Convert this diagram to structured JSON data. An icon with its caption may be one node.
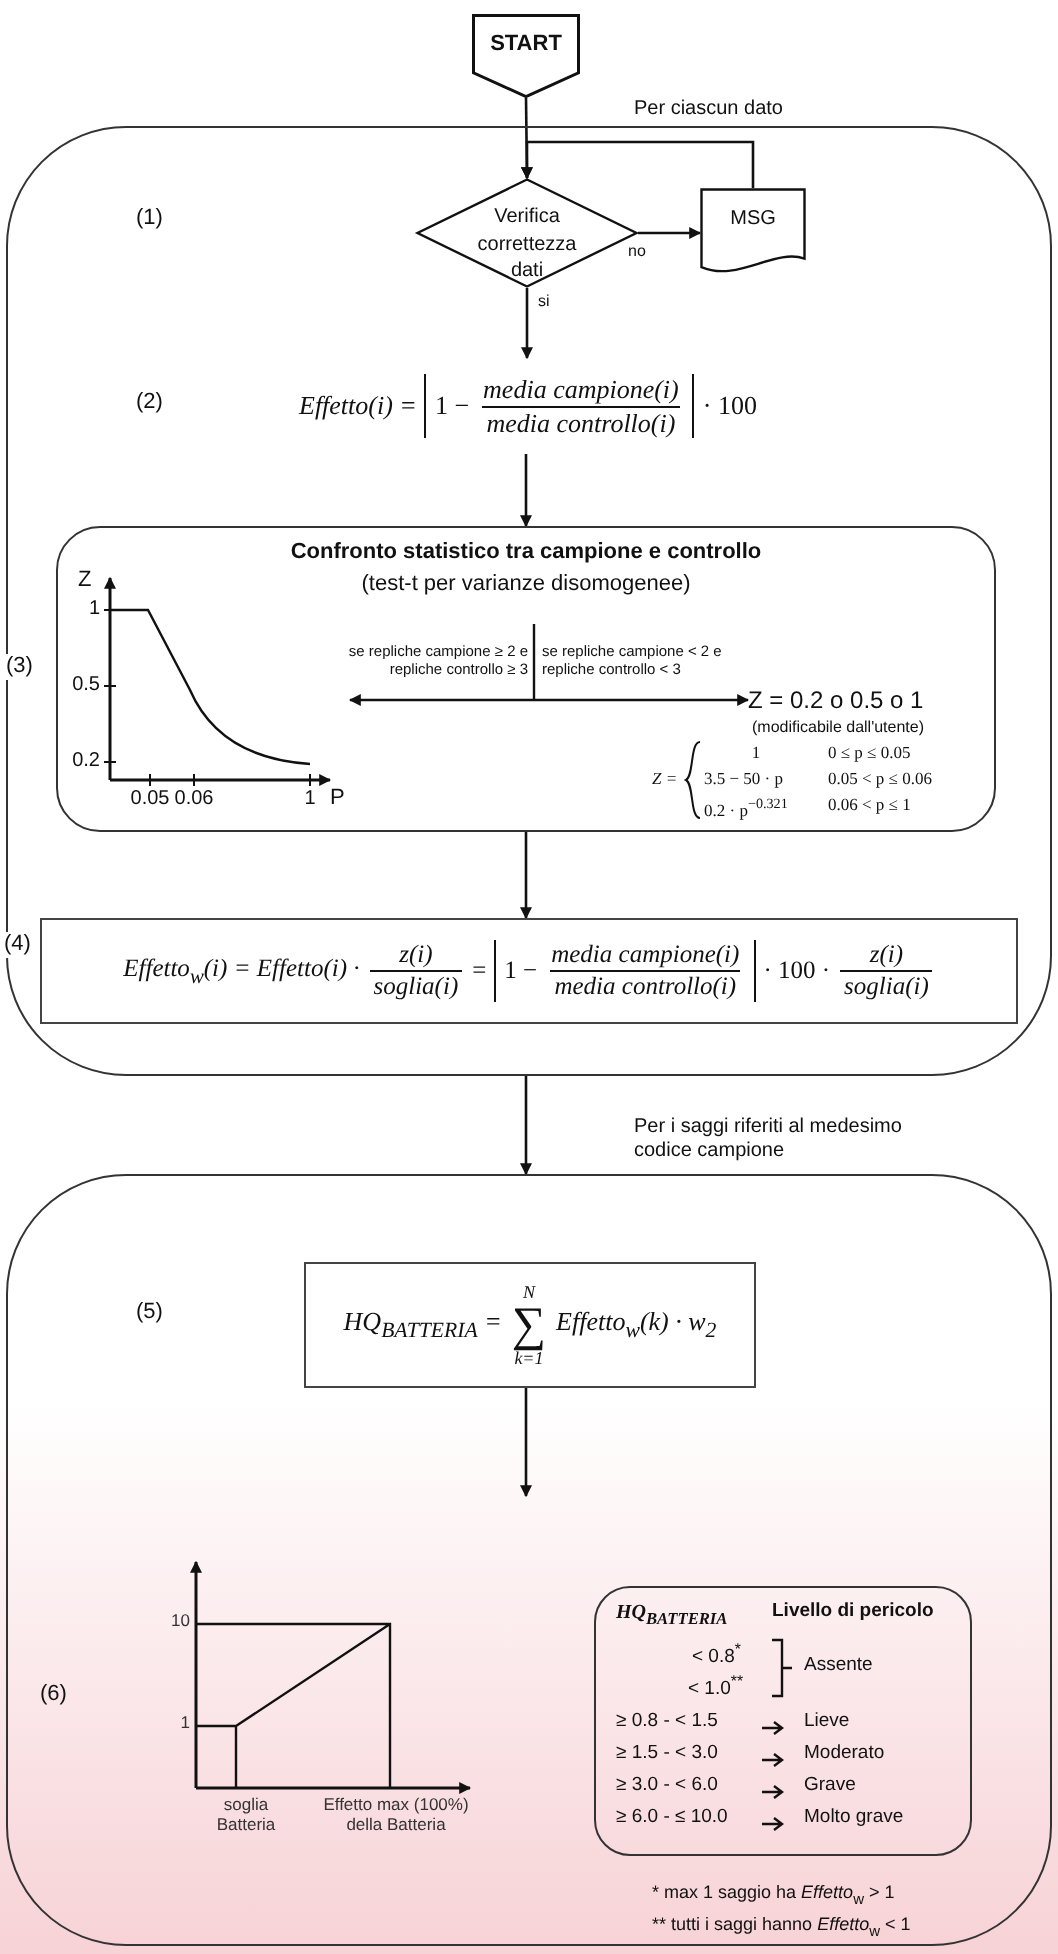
{
  "diagram": {
    "nodes": [
      {
        "text": [
          "START"
        ]
      },
      {
        "text": [
          "Per ciascun dato"
        ]
      },
      {
        "text": [
          "Verifica correttezza dati"
        ],
        "in": 1
      },
      {
        "text": [
          "MSG"
        ],
        "in": 1
      },
      {
        "text": [
          "Effetto(i) =",
          "1 −",
          "media campione(i)",
          "media controllo(i)",
          "· 100"
        ],
        "in": 1
      },
      {
        "text": [
          "Confronto statistico tra campione e controllo",
          "(test-t per varianze disomogenee)"
        ],
        "in": 1
      },
      {
        "text": [
          "Z",
          "1",
          "0.5",
          "0.2",
          "0.05",
          "0.06",
          "1",
          "P"
        ],
        "in": 5
      },
      {
        "text": [
          "Z = 0.2 o 0.5 o 1",
          "(modificabile dall'utente)"
        ],
        "in": 5
      },
      {
        "text": [
          "Effetto$_{w}$(i) = Effetto(i) ·",
          "z(i)",
          "soglia(i)",
          "=",
          "1 −",
          "media campione(i)",
          "media controllo(i)",
          "· 100 ·",
          "z(i)",
          "soglia(i)"
        ],
        "in": 1
      },
      {
        "text": [
          "Per i saggi riferiti al medesimo codice campione"
        ]
      },
      {
        "text": [
          "HQ$_{BATTERIA}$ =",
          "N",
          "∑",
          "k=1",
          "Effetto$_{w}$(k) · w$_{2}$"
        ],
        "in": 9
      },
      {
        "text": [
          "10",
          "1",
          "soglia Batteria",
          "Effetto max (100%) della Batteria"
        ],
        "in": 9
      },
      {
        "text": [
          "HQ$_{BATTERIA}$",
          "Livello di pericolo",
          "< 0.8$^{*}$",
          "< 1.0$^{**}$",
          "Assente",
          "≥ 0.8 - < 1.5",
          "Lieve",
          "≥ 1.5 - < 3.0",
          "Moderato",
          "≥ 3.0 - < 6.0",
          "Grave",
          "≥ 6.0 - ≤ 10.0",
          "Molto grave"
        ],
        "in": 9
      }
    ],
    "edges": [
      {
        "from": 0,
        "to": 2,
        "arrow": "to"
      },
      {
        "from": 3,
        "to": 2,
        "arrow": "to"
      },
      {
        "from": 2,
        "to": 3,
        "arrow": "to",
        "label": "no"
      },
      {
        "from": 2,
        "to": 4,
        "arrow": "to",
        "label": "si"
      },
      {
        "from": 4,
        "to": 5,
        "arrow": "to"
      },
      {
        "from": 6,
        "to": 7,
        "arrow": "both"
      },
      {
        "from": 5,
        "to": 8,
        "arrow": "to"
      },
      {
        "from": 1,
        "to": 9,
        "arrow": "to"
      },
      {
        "from": 10,
        "to": null,
        "arrow": "to"
      }
    ],
    "labels": [
      "(1)",
      "(2)",
      "(3)",
      "(4)",
      "(5)",
      "(6)",
      "se repliche campione ≥ 2 e repliche controllo ≥ 3",
      "se repliche campione < 2 e repliche controllo < 3",
      "Z =",
      "1",
      "0 ≤ p ≤ 0.05",
      "3.5 − 50 · p",
      "0.05 < p ≤ 0.06",
      "0.2 · p$^{−0.321}$",
      "0.06 < p ≤ 1",
      "* max 1 saggio ha *Effetto*$_{w}$ > 1",
      "** tutti i saggi hanno *Effetto*$_{w}$ < 1"
    ]
  }
}
